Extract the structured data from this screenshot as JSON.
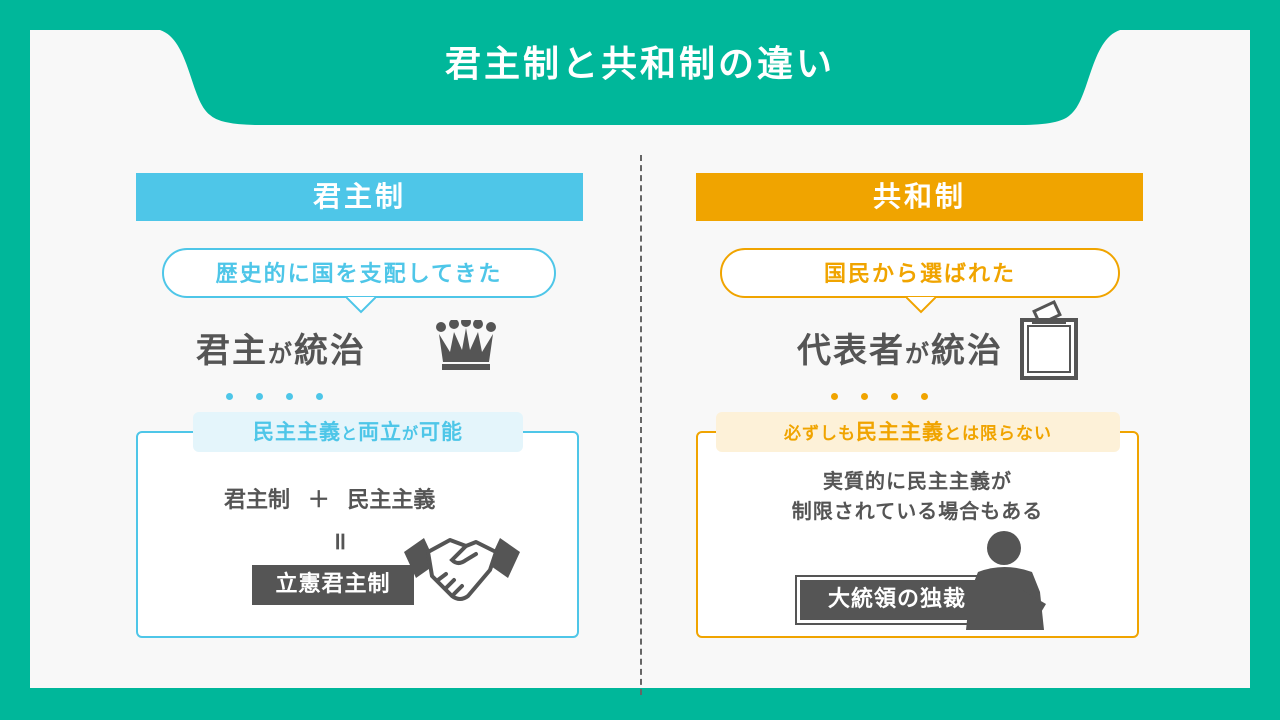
{
  "title": "君主制と共和制の違い",
  "colors": {
    "background": "#00b79a",
    "card": "#f8f8f8",
    "monarchy_accent": "#4ec6e8",
    "republic_accent": "#f0a400",
    "text_gray": "#555555"
  },
  "monarchy": {
    "header": "君主制",
    "bubble": "歴史的に国を支配してきた",
    "ruler": {
      "main": "君主",
      "particle": "が",
      "tail": "統治"
    },
    "ruler_icon": "crown-icon",
    "emphasis_dots": 4,
    "panel_label": {
      "main": "民主主義",
      "particle1": "と",
      "middle": "両立",
      "particle2": "が",
      "tail": "可能"
    },
    "equation": {
      "left": "君主制",
      "operator": "＋",
      "right": "民主主義",
      "equals": "॥"
    },
    "result": "立憲君主制",
    "result_icon": "handshake-icon"
  },
  "republic": {
    "header": "共和制",
    "bubble": "国民から選ばれた",
    "ruler": {
      "main": "代表者",
      "particle": "が",
      "tail": "統治"
    },
    "ruler_icon": "ballot-box-icon",
    "emphasis_dots": 4,
    "panel_label": {
      "pre": "必ずしも",
      "main": "民主主義",
      "post": "とは限らない"
    },
    "note_lines": [
      "実質的に民主主義が",
      "制限されている場合もある"
    ],
    "result": "大統領の独裁",
    "result_icon": "dictator-at-podium-icon"
  }
}
